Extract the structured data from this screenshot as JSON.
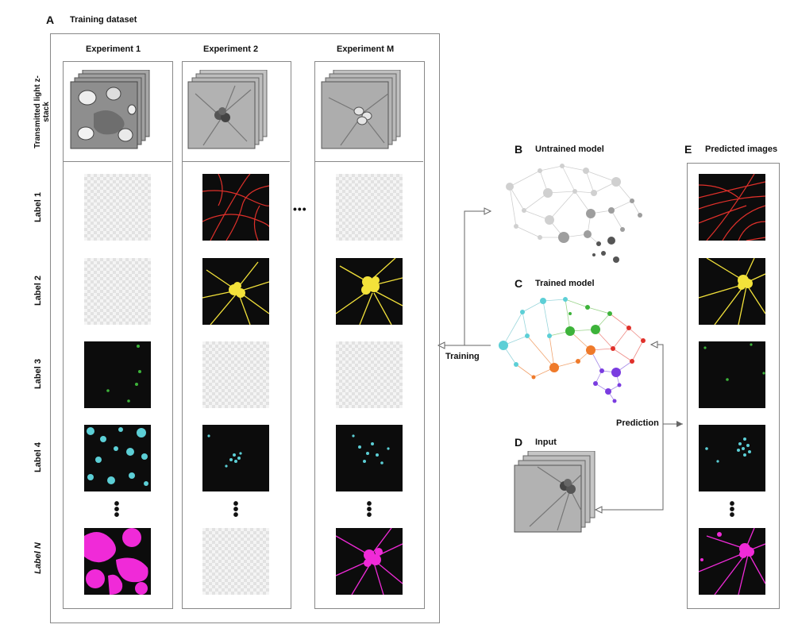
{
  "panels": {
    "A": {
      "letter": "A",
      "title": "Training dataset"
    },
    "B": {
      "letter": "B",
      "title": "Untrained model"
    },
    "C": {
      "letter": "C",
      "title": "Trained model"
    },
    "D": {
      "letter": "D",
      "title": "Input"
    },
    "E": {
      "letter": "E",
      "title": "Predicted images"
    }
  },
  "experiments": [
    "Experiment 1",
    "Experiment 2",
    "Experiment M"
  ],
  "row_labels": {
    "zstack": "Transmitted light z-stack",
    "label1": "Label 1",
    "label2": "Label 2",
    "label3": "Label 3",
    "label4": "Label 4",
    "labelN": "Label N"
  },
  "arrows": {
    "training": "Training",
    "prediction": "Prediction"
  },
  "ellipsis": "•••",
  "vertical_ellipsis": "•\n•\n•",
  "colors": {
    "label1": "#e0302a",
    "label2": "#f3e23a",
    "label3": "#3db33a",
    "label4": "#5ccfd6",
    "labelN": "#f02ad8",
    "border": "#888888"
  }
}
